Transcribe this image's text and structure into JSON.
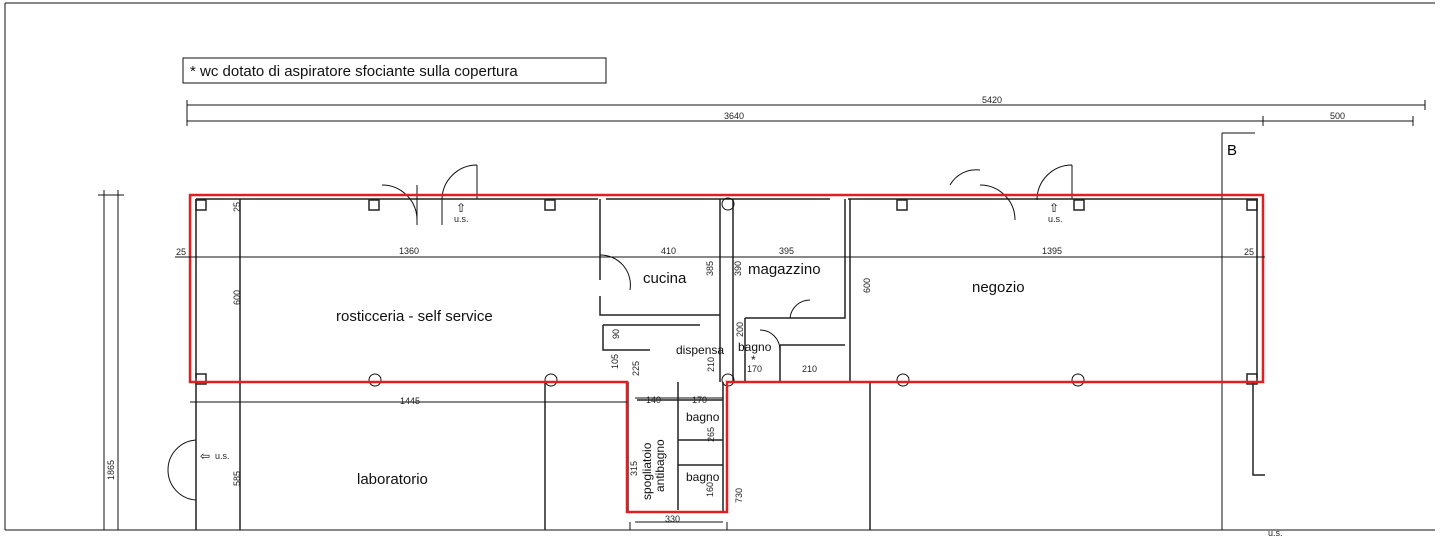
{
  "note": "* wc dotato di aspiratore sfociante sulla copertura",
  "section_marker": "B",
  "colors": {
    "outline": "#e02020",
    "lines": "#111111"
  },
  "rooms": {
    "rosticceria": "rosticceria - self service",
    "cucina": "cucina",
    "magazzino": "magazzino",
    "negozio": "negozio",
    "laboratorio": "laboratorio",
    "dispensa": "dispensa",
    "bagno1": "bagno",
    "bagno2": "bagno",
    "bagno3": "bagno",
    "spogliatoio": "spogliatoio",
    "antibagno": "antibagno"
  },
  "wc_mark": "*",
  "exit_label": "u.s.",
  "dimensions": {
    "total": "5420",
    "d3640": "3640",
    "d500": "500",
    "d25a": "25",
    "d25b": "25",
    "d25c": "25",
    "d1360": "1360",
    "d600a": "600",
    "d410": "410",
    "d395": "395",
    "d385": "385",
    "d390": "390",
    "d600b": "600",
    "d1395": "1395",
    "d90": "90",
    "d105": "105",
    "d225": "225",
    "d200": "200",
    "d210a": "210",
    "d170a": "170",
    "d210b": "210",
    "d140": "140",
    "d170b": "170",
    "d1445": "1445",
    "d265": "265",
    "d315": "315",
    "d160": "160",
    "d730": "730",
    "d330": "330",
    "d1865": "1865",
    "d585": "585"
  }
}
